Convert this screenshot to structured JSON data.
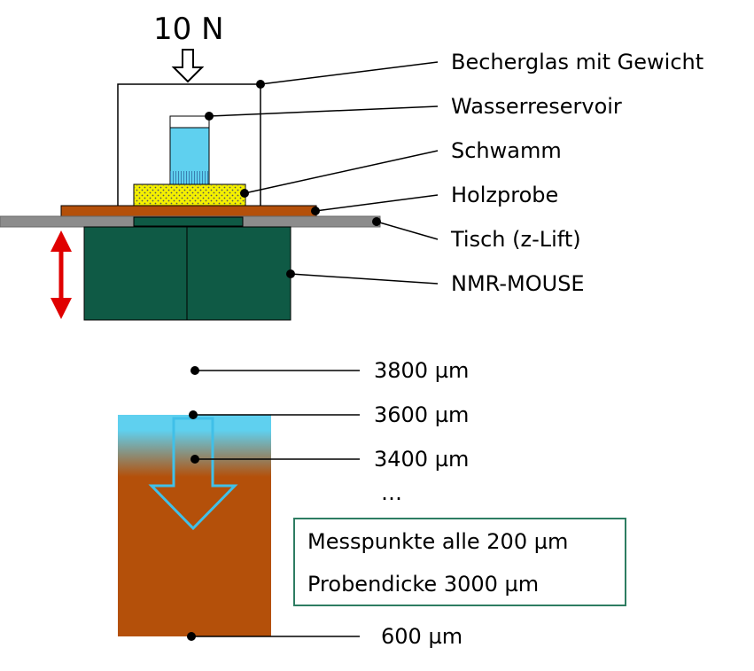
{
  "force_label": "10 N",
  "setup_labels": [
    "Becherglas mit Gewicht",
    "Wasserreservoir",
    "Schwamm",
    "Holzprobe",
    "Tisch (z-Lift)",
    "NMR-MOUSE"
  ],
  "depth_labels": [
    "3800 µm",
    "3600 µm",
    "3400 µm",
    "…",
    "600 µm"
  ],
  "info_box": {
    "line1": "Messpunkte alle 200 µm",
    "line2": "Probendicke 3000 µm"
  },
  "colors": {
    "magnet": "#0f5a45",
    "wood": "#b4500a",
    "water": "#5fd0ef",
    "sponge": "#f4f000",
    "table": "#8c8c8c",
    "arrow_red": "#e00000",
    "box_border": "#2e7d62",
    "arrow_cyan": "#40c0e8"
  }
}
